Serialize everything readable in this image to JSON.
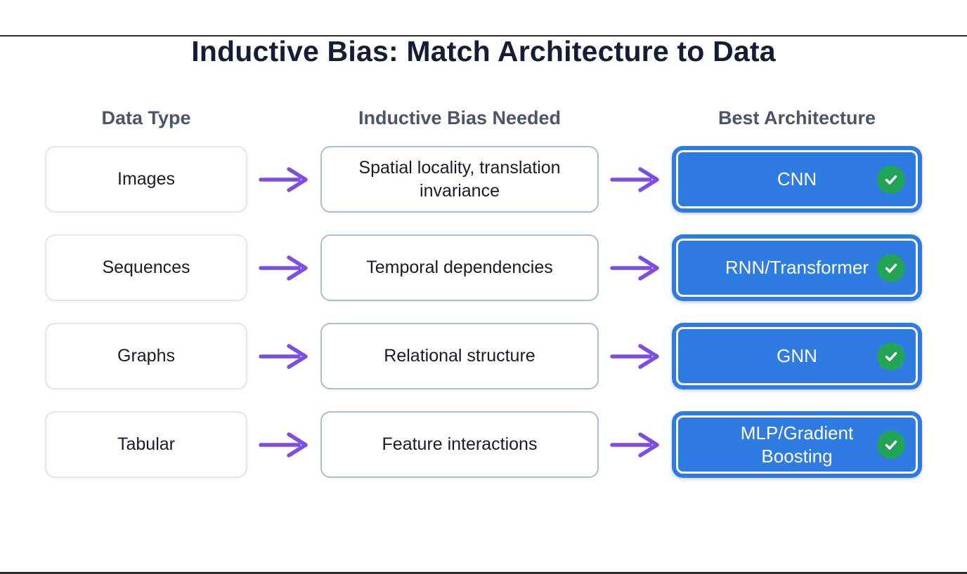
{
  "page": {
    "title": "Inductive Bias: Match Architecture to Data"
  },
  "columns": {
    "data_type": "Data Type",
    "bias": "Inductive Bias Needed",
    "architecture": "Best Architecture"
  },
  "rows": [
    {
      "data_type": "Images",
      "bias": "Spatial locality, translation invariance",
      "architecture": "CNN"
    },
    {
      "data_type": "Sequences",
      "bias": "Temporal dependencies",
      "architecture": "RNN/Transformer"
    },
    {
      "data_type": "Graphs",
      "bias": "Relational structure",
      "architecture": "GNN"
    },
    {
      "data_type": "Tabular",
      "bias": "Feature interactions",
      "architecture": "MLP/Gradient Boosting"
    }
  ],
  "icons": {
    "arrow": "right-arrow-icon",
    "check": "check-icon"
  },
  "colors": {
    "architecture_box_blue": "#2e7ce1",
    "check_green": "#22a457",
    "arrow_purple": "#7d4ee4",
    "title_navy": "#141d33",
    "header_slate": "#4a5568",
    "col1_border": "#e1e6ef",
    "col2_border": "#aebcd4"
  }
}
